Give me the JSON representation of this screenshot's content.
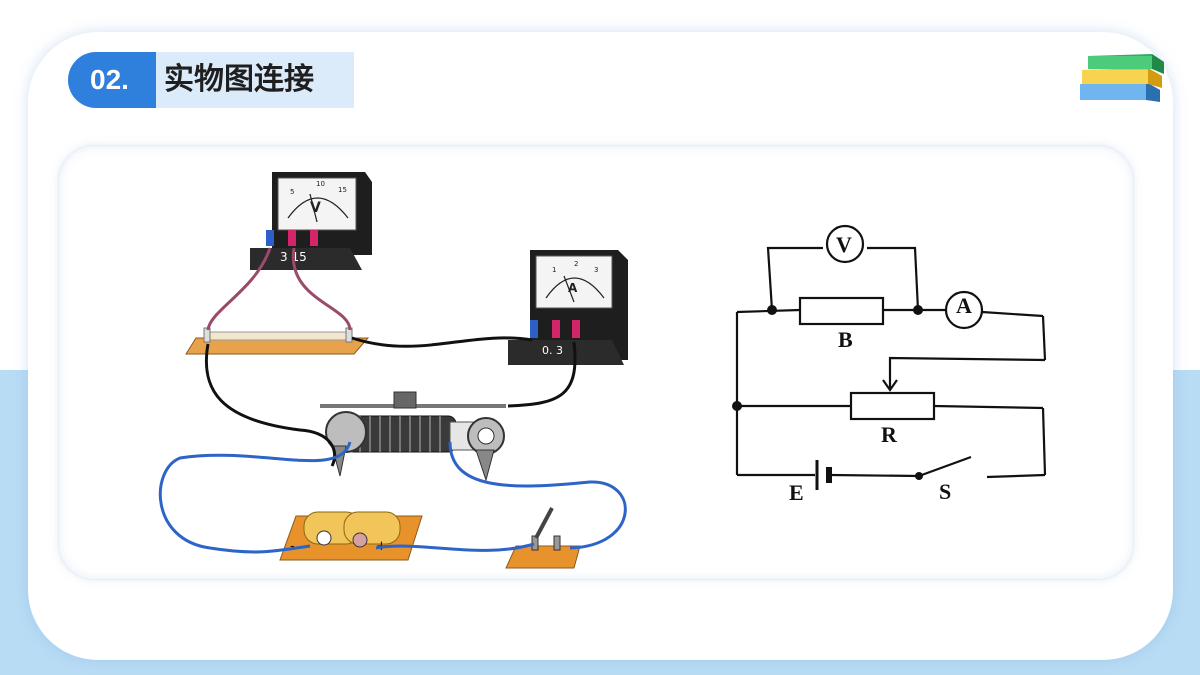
{
  "header": {
    "number": "02.",
    "title": "实物图连接"
  },
  "apparatus": {
    "voltmeter": {
      "letter": "V",
      "terminals": "3 15",
      "scale": [
        "5",
        "10",
        "15"
      ]
    },
    "ammeter": {
      "letter": "A",
      "terminals": "0.  3",
      "scale": [
        "1",
        "2",
        "3"
      ]
    },
    "battery_minus": "-",
    "battery_plus": "+"
  },
  "schematic": {
    "voltmeter": "V",
    "ammeter": "A",
    "resistor": "B",
    "rheostat": "R",
    "battery": "E",
    "switch": "S"
  },
  "colors": {
    "accent": "#2f7fdc",
    "title_bg": "#dcebfa",
    "band": "#b9dcf5"
  }
}
